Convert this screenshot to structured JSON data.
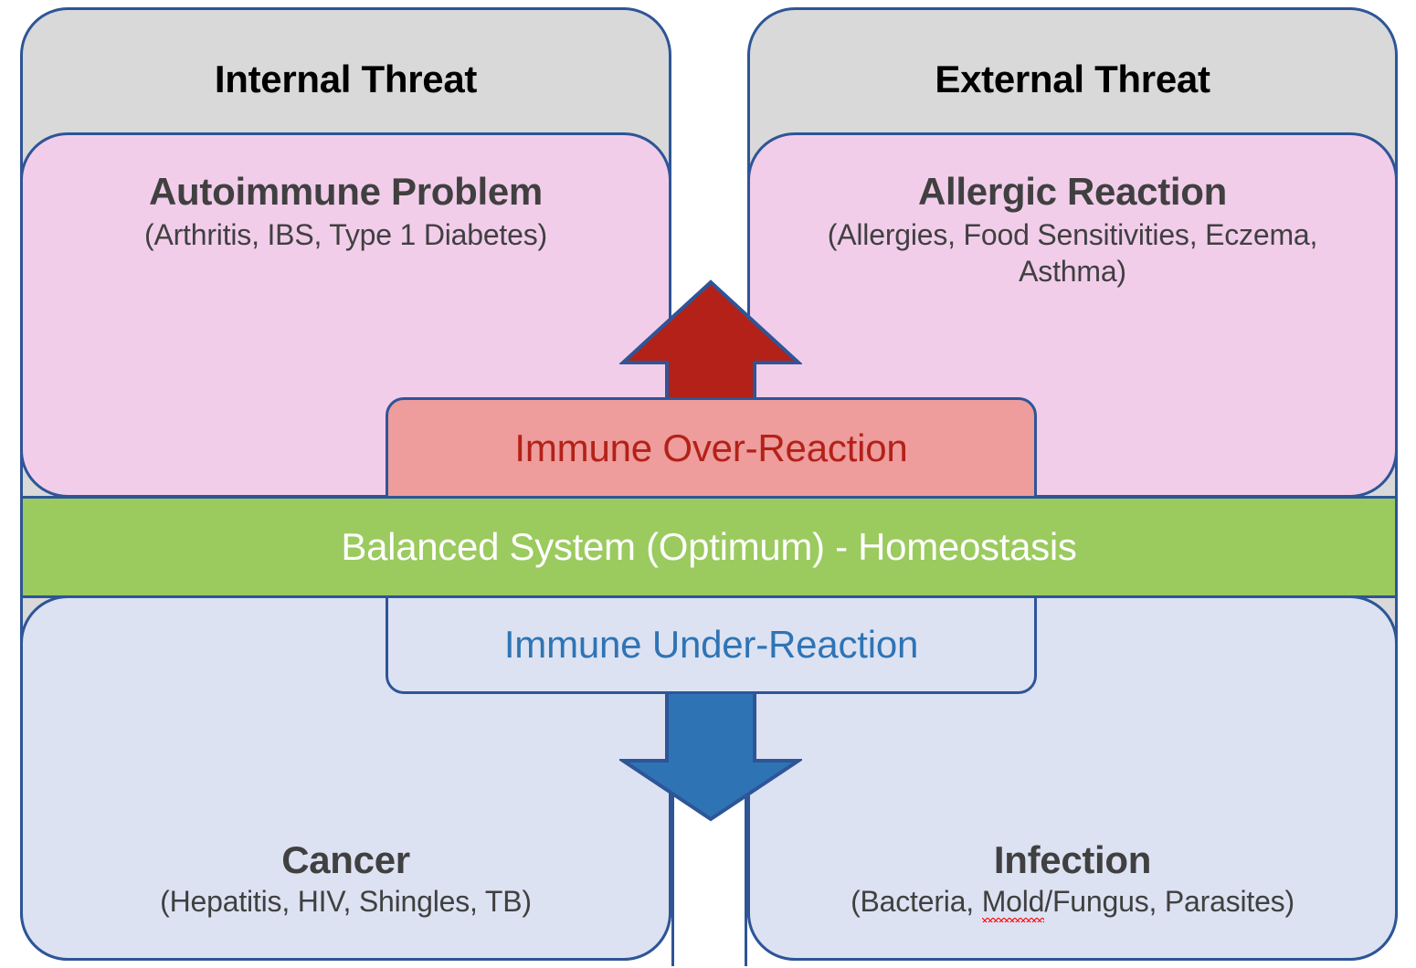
{
  "diagram": {
    "title": "Immune System Balance Diagram",
    "colors": {
      "panel_border": "#2E5597",
      "gray_panel": "#D9D9D9",
      "pink_panel": "#F2CDEA",
      "blue_panel": "#DCE2F2",
      "green_band": "#9BCA5E",
      "over_reaction_fill": "#EE9C9C",
      "over_reaction_text": "#B32118",
      "under_reaction_text": "#2E74B5",
      "up_arrow": "#B32118",
      "down_arrow": "#2E74B5",
      "spellcheck_underline": "#FF0000"
    }
  },
  "quadrants": {
    "top_left": {
      "threat_label": "Internal Threat",
      "condition_title": "Autoimmune Problem",
      "condition_examples": "(Arthritis, IBS, Type 1 Diabetes)"
    },
    "top_right": {
      "threat_label": "External Threat",
      "condition_title": "Allergic Reaction",
      "condition_examples": "(Allergies, Food Sensitivities, Eczema, Asthma)"
    },
    "bottom_left": {
      "condition_title": "Cancer",
      "condition_examples": "(Hepatitis, HIV, Shingles, TB)"
    },
    "bottom_right": {
      "condition_title": "Infection",
      "examples_prefix": "(Bacteria, ",
      "examples_misspelled": "Mold",
      "examples_suffix": "/Fungus, Parasites)"
    }
  },
  "center": {
    "over_reaction_label": "Immune Over-Reaction",
    "homeostasis_label": "Balanced System (Optimum) - Homeostasis",
    "under_reaction_label": "Immune Under-Reaction"
  },
  "arrows": {
    "up_arrow_name": "up-arrow-icon",
    "down_arrow_name": "down-arrow-icon"
  }
}
